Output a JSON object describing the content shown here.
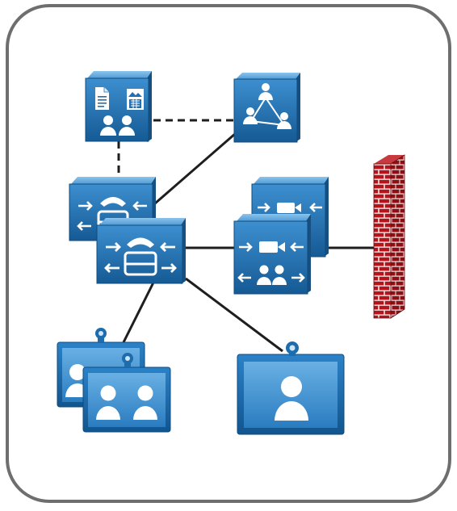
{
  "diagram": {
    "frame": {
      "border_color": "#6e6e6e",
      "background": "#ffffff"
    },
    "colors": {
      "device_top": "#5fa8dc",
      "device_front": "#1f6fb2",
      "device_front_dark": "#155a94",
      "device_side": "#174f80",
      "glyph": "#ffffff",
      "link": "#1e1e1e",
      "firewall_brick": "#b3151c",
      "firewall_brick_dark": "#7e0c11",
      "firewall_mortar": "#f2dede",
      "screen_frame": "#1d6cae",
      "screen_face": "#4d9bd6"
    },
    "nodes": [
      {
        "id": "conferencing-server",
        "icon": "document-and-users-icon"
      },
      {
        "id": "collaboration-server",
        "icon": "connected-users-icon"
      },
      {
        "id": "call-manager-back",
        "icon": "phone-router-icon"
      },
      {
        "id": "call-manager-front",
        "icon": "phone-router-icon"
      },
      {
        "id": "video-gateway-back",
        "icon": "video-gateway-icon"
      },
      {
        "id": "video-gateway-front",
        "icon": "video-conference-gateway-icon"
      },
      {
        "id": "firewall",
        "icon": "brick-firewall-icon"
      },
      {
        "id": "video-endpoint-group-back",
        "icon": "video-endpoint-icon"
      },
      {
        "id": "video-endpoint-group-front",
        "icon": "video-endpoint-group-icon"
      },
      {
        "id": "video-endpoint-single",
        "icon": "video-endpoint-single-user-icon"
      }
    ],
    "links": [
      {
        "from": "conferencing-server",
        "to": "collaboration-server",
        "style": "dashed"
      },
      {
        "from": "conferencing-server",
        "to": "call-manager-back",
        "style": "dashed"
      },
      {
        "from": "call-manager-back",
        "to": "collaboration-server",
        "style": "solid"
      },
      {
        "from": "call-manager-front",
        "to": "video-gateway-front",
        "style": "solid"
      },
      {
        "from": "video-gateway-front",
        "to": "firewall",
        "style": "solid"
      },
      {
        "from": "call-manager-front",
        "to": "video-endpoint-group-back",
        "style": "solid"
      },
      {
        "from": "call-manager-front",
        "to": "video-endpoint-single",
        "style": "solid"
      }
    ]
  }
}
